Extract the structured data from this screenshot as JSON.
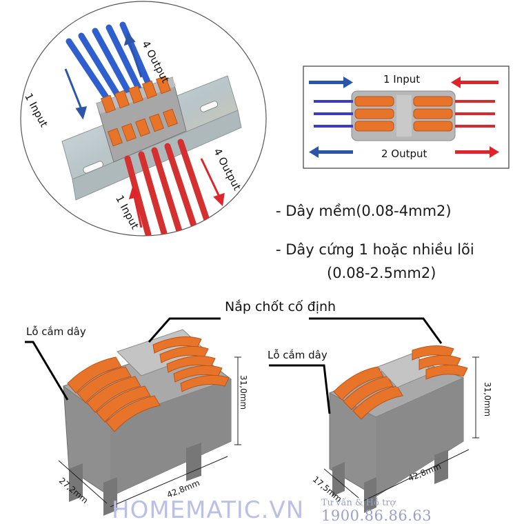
{
  "top_left_diagram": {
    "label_input_top": "1 Input",
    "label_output_top": "4 Output",
    "label_output_bottom": "4 Output",
    "label_input_bottom": "1 Input"
  },
  "top_right_diagram": {
    "label_input": "1 Input",
    "label_output": "2 Output"
  },
  "specs": {
    "soft_wire": "- Dây mềm(0.08-4mm2)",
    "solid_wire": "- Dây cứng 1 hoặc nhiều lõi",
    "solid_wire_range": "(0.08-2.5mm2)"
  },
  "left_product": {
    "cap_label": "Nắp chốt cố định",
    "hole_label": "Lỗ cắm dây",
    "height_dim": "31,0mm",
    "depth_dim": "27,2mm",
    "width_dim": "42,8mm"
  },
  "right_product": {
    "hole_label": "Lỗ cắm dây",
    "height_dim": "31,0mm",
    "depth_dim": "17,5mm",
    "width_dim": "42,8mm"
  },
  "watermark": {
    "brand": "HOMEMATIC.VN",
    "tagline": "Tư vấn & Hỗ trợ",
    "hotline": "1900.86.86.63"
  },
  "colors": {
    "orange": "#e8742a",
    "gray_body": "#9a9a9a",
    "blue_wire": "#2f5fcf",
    "red_wire": "#d3302f",
    "arrow_blue": "#2b55a8",
    "arrow_red": "#e0242b"
  }
}
